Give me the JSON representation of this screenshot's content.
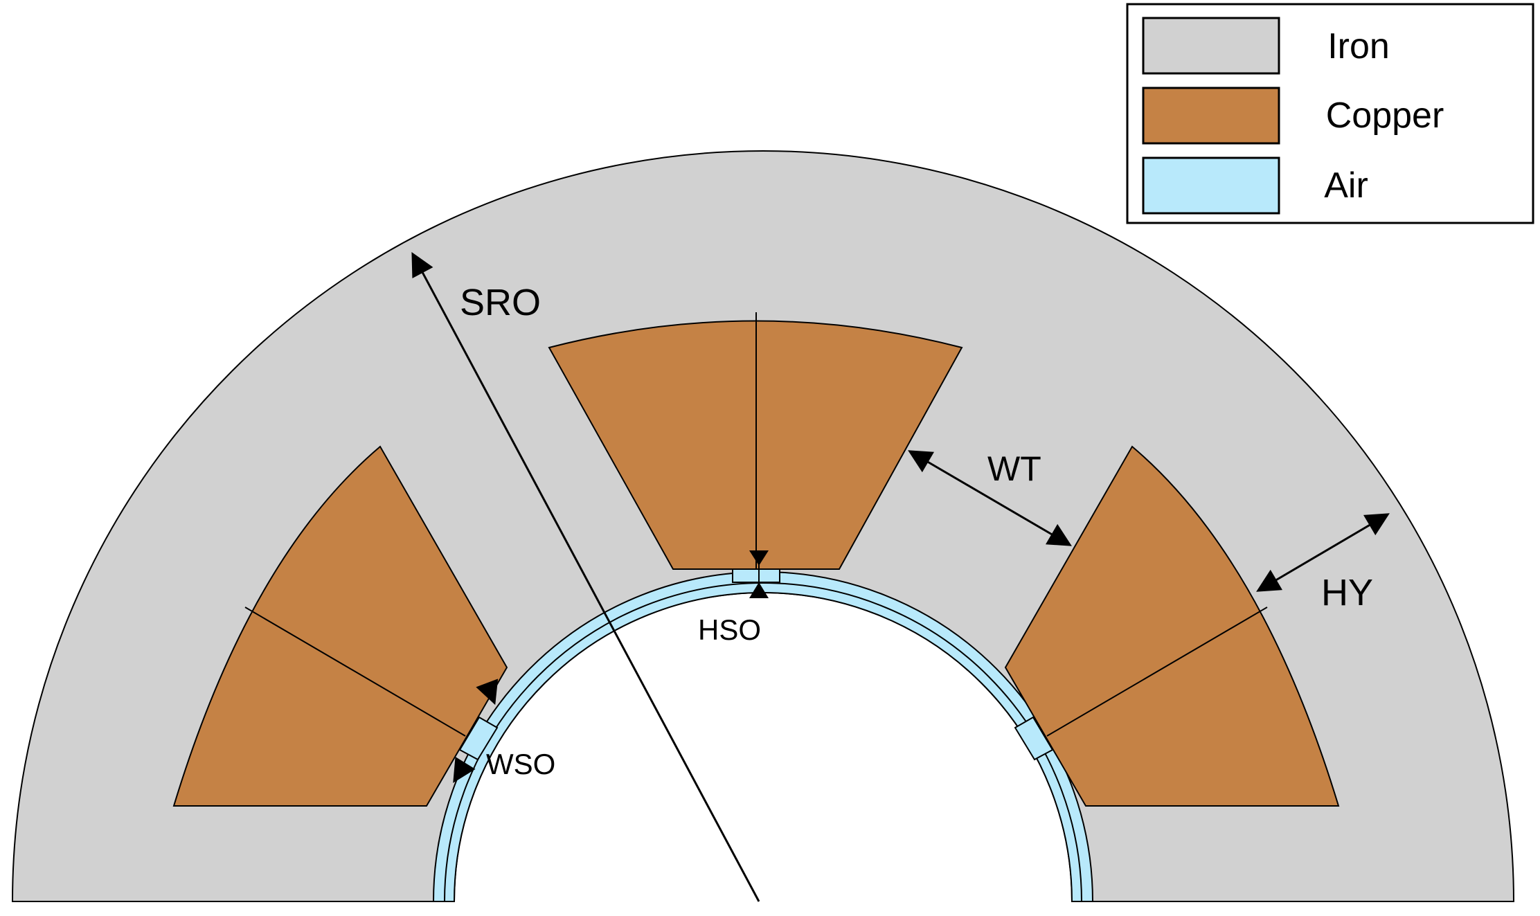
{
  "legend": {
    "items": [
      {
        "label": "Iron",
        "color": "#d1d1d1"
      },
      {
        "label": "Copper",
        "color": "#c58245"
      },
      {
        "label": "Air",
        "color": "#b8e9fb"
      }
    ]
  },
  "dimensions": {
    "sro": "SRO",
    "wt": "WT",
    "hy": "HY",
    "hso": "HSO",
    "wso": "WSO"
  },
  "colors": {
    "iron": "#d1d1d1",
    "copper": "#c58245",
    "air": "#b8e9fb",
    "stroke": "#000000",
    "background": "#ffffff"
  }
}
